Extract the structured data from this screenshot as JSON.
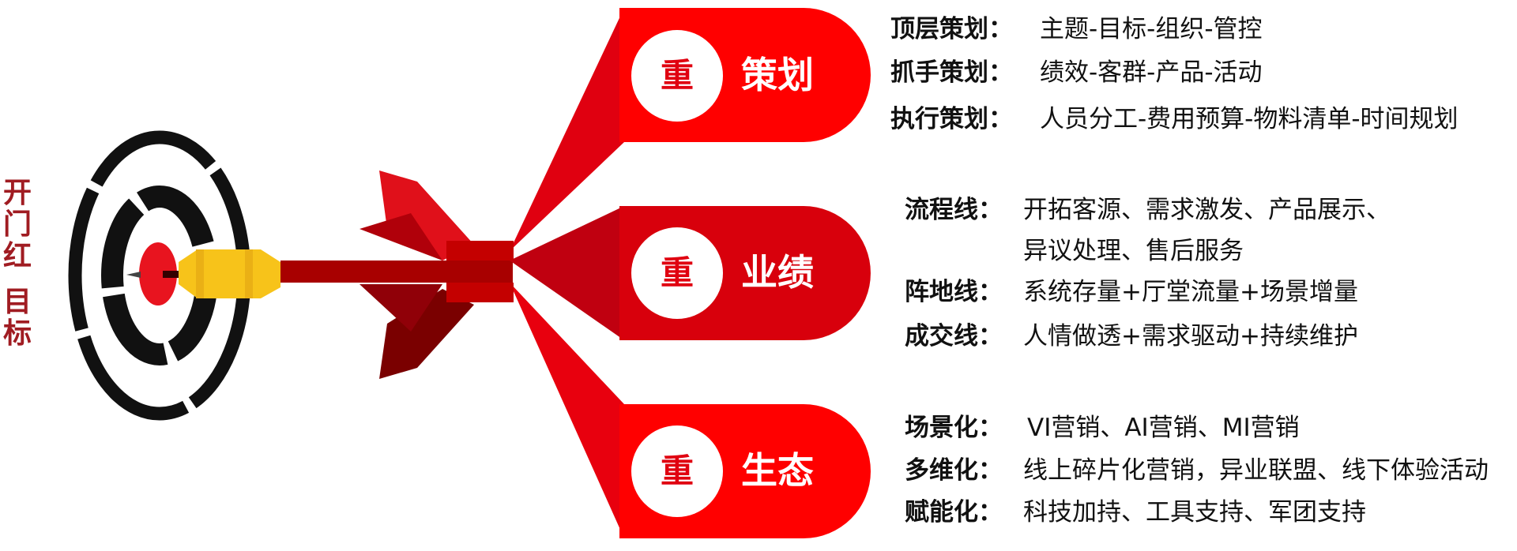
{
  "side_title": [
    "开门红",
    "目标"
  ],
  "colors": {
    "accent": "#ff0000",
    "mid": "#d8000c",
    "side_text": "#a01c22",
    "dart_yellow": "#f7c31a"
  },
  "pillars": [
    {
      "badge": "重",
      "label": "策划",
      "items": [
        {
          "key": "顶层策划：",
          "value": "主题-目标-组织-管控"
        },
        {
          "key": "抓手策划：",
          "value": "绩效-客群-产品-活动"
        },
        {
          "key": "执行策划：",
          "value": "人员分工-费用预算-物料清单-时间规划"
        }
      ]
    },
    {
      "badge": "重",
      "label": "业绩",
      "items": [
        {
          "key": "流程线：",
          "value": "开拓客源、需求激发、产品展示、",
          "value2": "异议处理、售后服务"
        },
        {
          "key": "阵地线：",
          "value": "系统存量+厅堂流量+场景增量"
        },
        {
          "key": "成交线：",
          "value": "人情做透+需求驱动+持续维护"
        }
      ]
    },
    {
      "badge": "重",
      "label": "生态",
      "items": [
        {
          "key": "场景化：",
          "value": "VI营销、AI营销、MI营销"
        },
        {
          "key": "多维化：",
          "value": "线上碎片化营销，异业联盟、线下体验活动"
        },
        {
          "key": "赋能化：",
          "value": "科技加持、工具支持、军团支持"
        }
      ]
    }
  ]
}
